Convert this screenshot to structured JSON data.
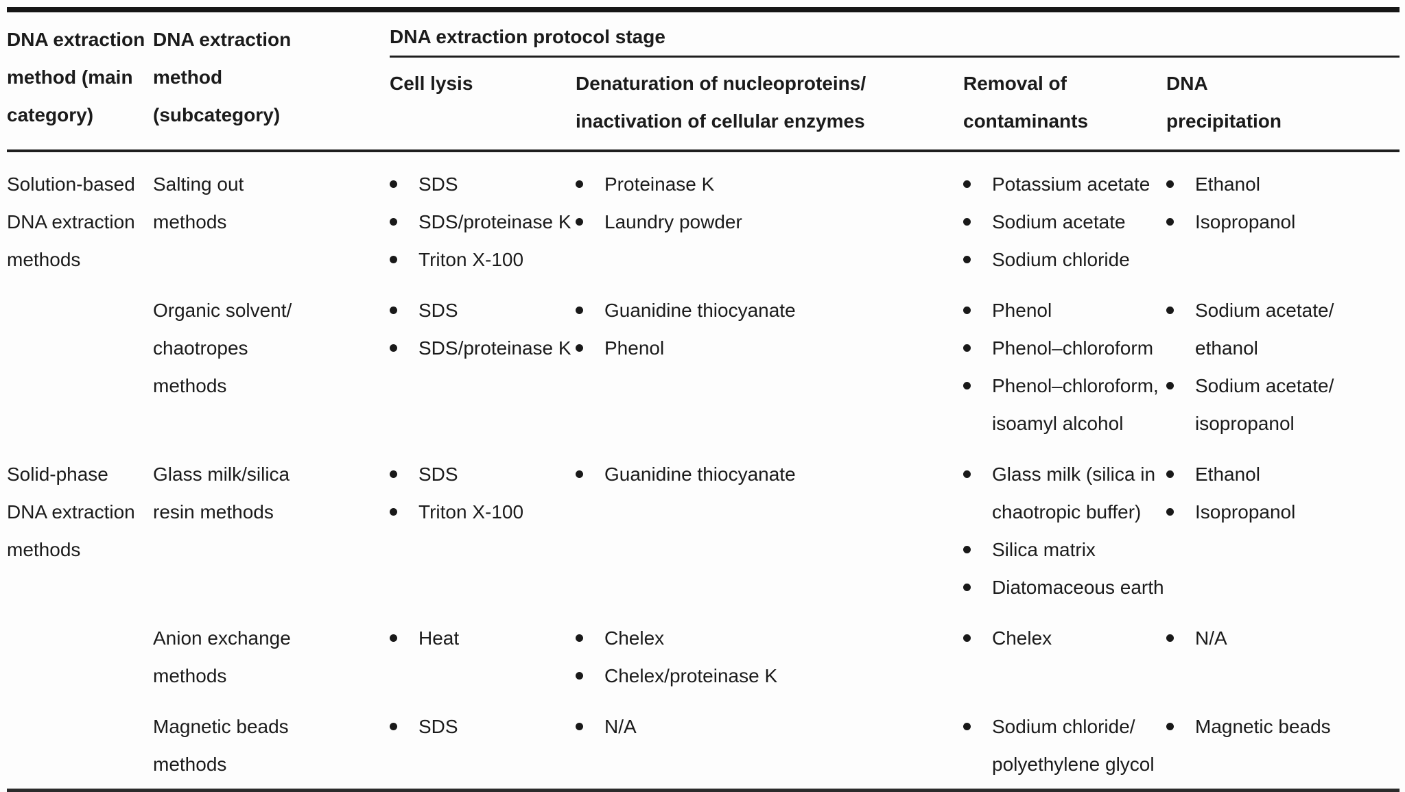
{
  "meta": {
    "background": "#fdfdfd",
    "text_color": "#1b1b1b",
    "border_color": "#1f1f1f"
  },
  "table": {
    "header": {
      "main_category": "DNA extraction\nmethod (main\ncategory)",
      "subcategory": "DNA extraction\nmethod\n(subcategory)",
      "protocol_stage_group": "DNA extraction protocol stage",
      "stages": {
        "cell_lysis": "Cell lysis",
        "denaturation": "Denaturation of nucleoproteins/\ninactivation of cellular enzymes",
        "removal": "Removal of\ncontaminants",
        "precipitation": "DNA\nprecipitation"
      }
    },
    "rows": [
      {
        "main": "Solution-based\nDNA extraction\nmethods",
        "sub": "Salting out\nmethods",
        "cell_lysis": [
          "SDS",
          "SDS/proteinase K",
          "Triton X-100"
        ],
        "denaturation": [
          "Proteinase K",
          "Laundry powder"
        ],
        "removal": [
          "Potassium acetate",
          "Sodium acetate",
          "Sodium chloride"
        ],
        "precipitation": [
          "Ethanol",
          "Isopropanol"
        ]
      },
      {
        "main": "",
        "sub": "Organic solvent/\nchaotropes\nmethods",
        "cell_lysis": [
          "SDS",
          "SDS/proteinase K"
        ],
        "denaturation": [
          "Guanidine thiocyanate",
          "Phenol"
        ],
        "removal": [
          "Phenol",
          "Phenol–chloroform",
          "Phenol–chloroform,\nisoamyl alcohol"
        ],
        "precipitation": [
          "Sodium acetate/\nethanol",
          "Sodium acetate/\nisopropanol"
        ]
      },
      {
        "main": "Solid-phase\nDNA extraction\nmethods",
        "sub": "Glass milk/silica\nresin methods",
        "cell_lysis": [
          "SDS",
          "Triton X-100"
        ],
        "denaturation": [
          "Guanidine thiocyanate"
        ],
        "removal": [
          "Glass milk (silica in\nchaotropic buffer)",
          "Silica matrix",
          "Diatomaceous earth"
        ],
        "precipitation": [
          "Ethanol",
          "Isopropanol"
        ]
      },
      {
        "main": "",
        "sub": "Anion exchange\nmethods",
        "cell_lysis": [
          "Heat"
        ],
        "denaturation": [
          "Chelex",
          "Chelex/proteinase K"
        ],
        "removal": [
          "Chelex"
        ],
        "precipitation": [
          "N/A"
        ]
      },
      {
        "main": "",
        "sub": "Magnetic beads\nmethods",
        "cell_lysis": [
          "SDS"
        ],
        "denaturation": [
          "N/A"
        ],
        "removal": [
          "Sodium chloride/\npolyethylene glycol"
        ],
        "precipitation": [
          "Magnetic beads"
        ]
      }
    ]
  }
}
